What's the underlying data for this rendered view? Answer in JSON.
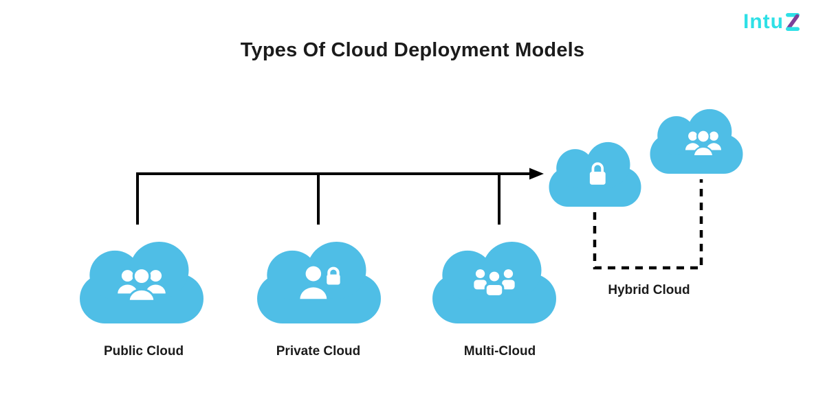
{
  "header": {
    "title": "Types Of Cloud Deployment Models",
    "logo": {
      "text": "Intuz",
      "text_main": "Intu",
      "text_last": "z"
    }
  },
  "diagram": {
    "models": [
      {
        "label": "Public Cloud",
        "icon": "people-group-icon"
      },
      {
        "label": "Private Cloud",
        "icon": "person-lock-icon"
      },
      {
        "label": "Multi-Cloud",
        "icon": "multi-users-icon"
      },
      {
        "label": "Hybrid Cloud",
        "icon": "lock-icon, people-group-icon"
      }
    ],
    "colors": {
      "cloud_blue": "#4FBEE6",
      "icon_white": "#FFFFFF",
      "line_black": "#000000",
      "text_dark": "#1B1B1B",
      "logo_cyan": "#2EE0E6",
      "logo_purple": "#7D3F98"
    }
  }
}
